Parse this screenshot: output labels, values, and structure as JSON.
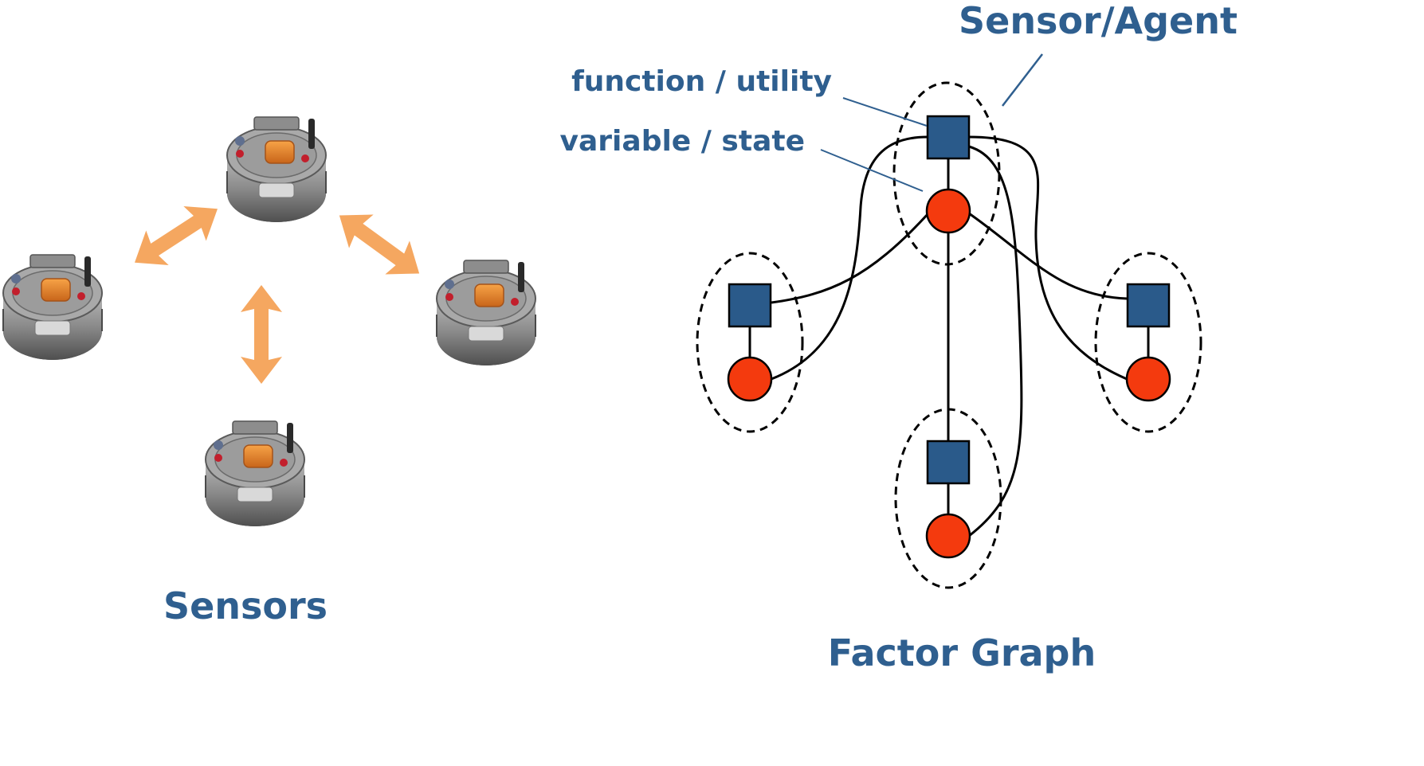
{
  "labels": {
    "sensors_caption": "Sensors",
    "factor_graph_caption": "Factor Graph",
    "sensor_agent": "Sensor/Agent",
    "function_utility": "function / utility",
    "variable_state": "variable / state"
  },
  "colors": {
    "label": "#2f5f8f",
    "factor_node": "#2a5a8a",
    "variable_node": "#f43a0e",
    "arrow": "#f5a760",
    "sensor_body": "#7b7b7b",
    "sensor_button": "#e07b22"
  },
  "sensor_count": 4,
  "factor_graph": {
    "agents": 4,
    "node_types": [
      "factor-square",
      "variable-circle"
    ]
  }
}
